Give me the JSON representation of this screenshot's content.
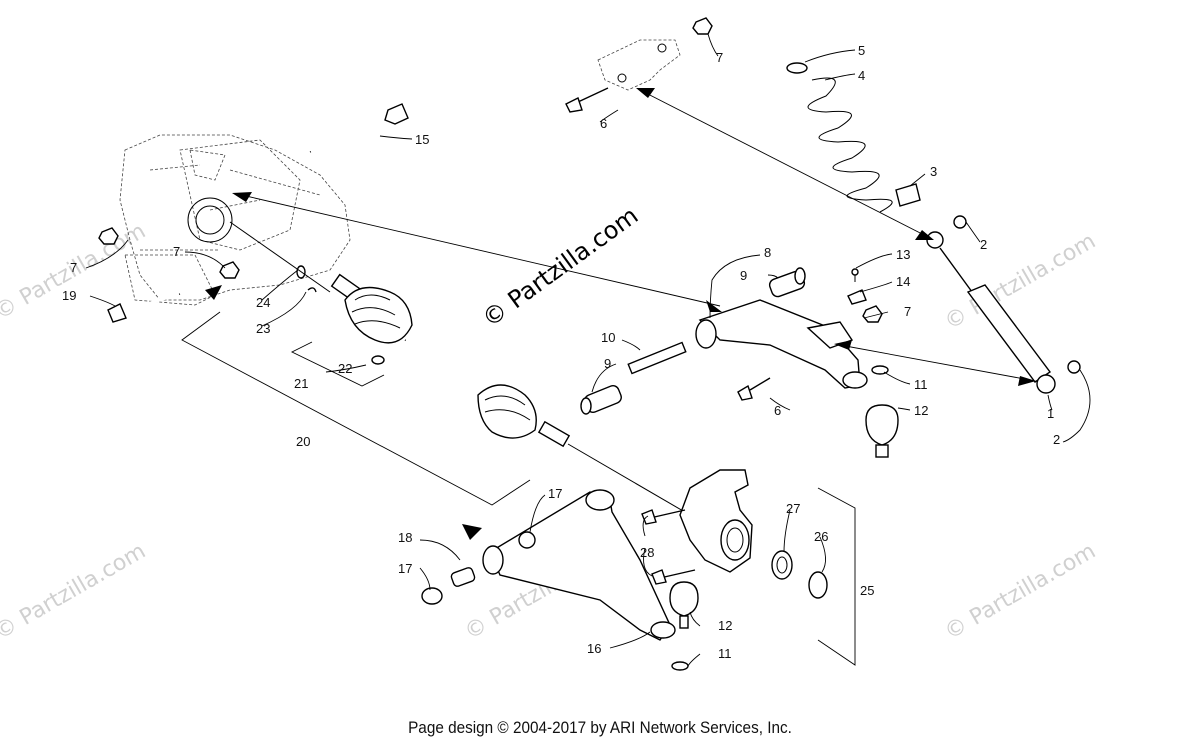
{
  "watermark": {
    "main": "© Partzilla.com",
    "faint": "© Partzilla.com"
  },
  "callouts": {
    "c1": "1",
    "c2a": "2",
    "c2b": "2",
    "c3": "3",
    "c4": "4",
    "c5": "5",
    "c6a": "6",
    "c6b": "6",
    "c7a": "7",
    "c7b": "7",
    "c7c": "7",
    "c7d": "7",
    "c8": "8",
    "c9a": "9",
    "c9b": "9",
    "c10": "10",
    "c11a": "11",
    "c11b": "11",
    "c12a": "12",
    "c12b": "12",
    "c13": "13",
    "c14": "14",
    "c15": "15",
    "c16": "16",
    "c17a": "17",
    "c17b": "17",
    "c18": "18",
    "c19": "19",
    "c20": "20",
    "c21": "21",
    "c22": "22",
    "c23": "23",
    "c24": "24",
    "c25": "25",
    "c26": "26",
    "c27": "27",
    "c28": "28"
  },
  "footer": "Page design © 2004-2017 by ARI Network Services, Inc."
}
